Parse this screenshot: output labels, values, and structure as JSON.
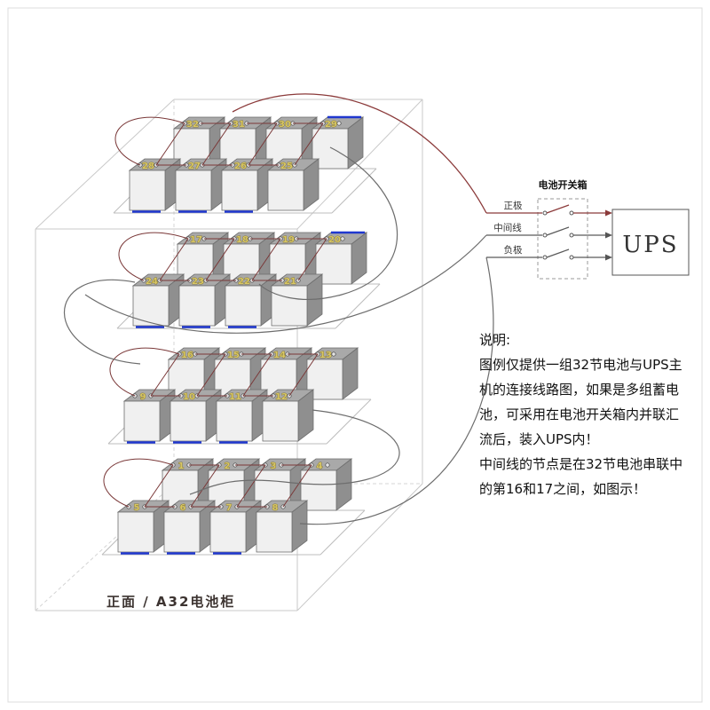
{
  "caption": "正面 / A32电池柜",
  "switch_box": {
    "title": "电池开关箱",
    "wires": [
      {
        "label": "正极"
      },
      {
        "label": "中间线"
      },
      {
        "label": "负极"
      }
    ]
  },
  "ups": {
    "label": "UPS"
  },
  "notes": {
    "heading": "说明:",
    "lines": [
      "图例仅提供一组32节电池与UPS主",
      "机的连接线路图，如果是多组蓄电",
      "池，可采用在电池开关箱内并联汇",
      "流后，装入UPS内！",
      "中间线的节点是在32节电池串联中",
      "的第16和17之间，如图示！"
    ]
  },
  "layers": [
    {
      "back": [
        "32",
        "31",
        "30",
        "29"
      ],
      "front": [
        "28",
        "27",
        "26",
        "25"
      ]
    },
    {
      "back": [
        "17",
        "18",
        "19",
        "20"
      ],
      "front": [
        "24",
        "23",
        "22",
        "21"
      ]
    },
    {
      "back": [
        "16",
        "15",
        "14",
        "13"
      ],
      "front": [
        "9",
        "10",
        "11",
        "12"
      ]
    },
    {
      "back": [
        "1",
        "2",
        "3",
        "4"
      ],
      "front": [
        "5",
        "6",
        "7",
        "8"
      ]
    }
  ],
  "colors": {
    "wire_positive": "#8b3a3a",
    "wire_neutral": "#5a5a5a",
    "battery_mark": "#2038cf",
    "number": "#d8c764"
  }
}
